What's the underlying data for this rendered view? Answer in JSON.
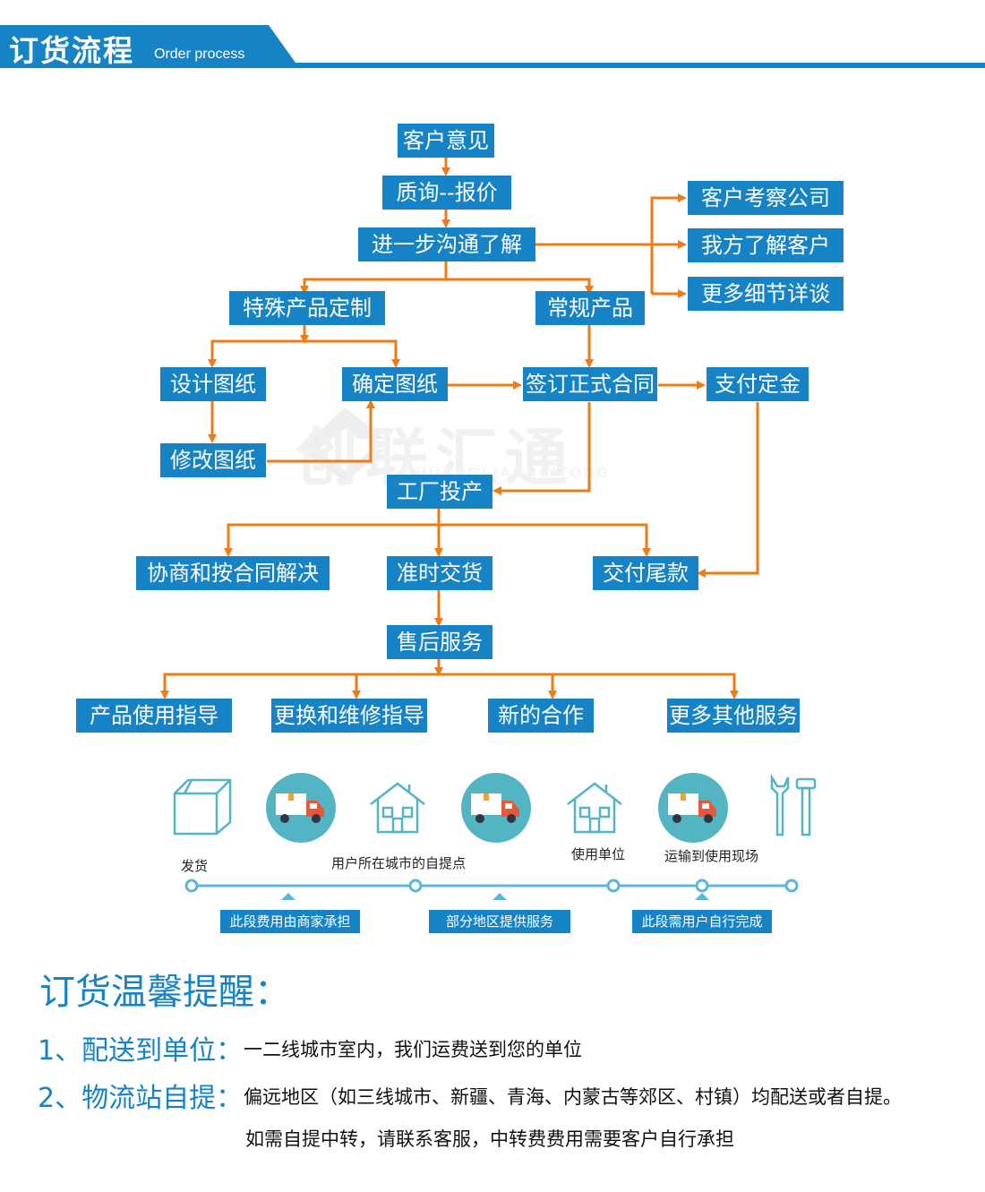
{
  "header": {
    "title": "订货流程",
    "subtitle": "Order process"
  },
  "watermark": {
    "text": "创联汇通",
    "sub": "CHUANGLIANHUITONG"
  },
  "colors": {
    "blue": "#1583c5",
    "orange": "#f07b12",
    "timeline": "#5bb6dd",
    "teal": "#53b4c4"
  },
  "flow": {
    "customer_feedback": "客户意见",
    "inquiry_quote": "质询--报价",
    "further_communication": "进一步沟通了解",
    "visit_company": "客户考察公司",
    "know_customer": "我方了解客户",
    "more_details": "更多细节详谈",
    "custom_product": "特殊产品定制",
    "regular_product": "常规产品",
    "design_drawing": "设计图纸",
    "confirm_drawing": "确定图纸",
    "sign_contract": "签订正式合同",
    "pay_deposit": "支付定金",
    "modify_drawing": "修改图纸",
    "factory_production": "工厂投产",
    "negotiate": "协商和按合同解决",
    "on_time_delivery": "准时交货",
    "pay_balance": "交付尾款",
    "after_sales": "售后服务",
    "usage_guide": "产品使用指导",
    "replace_repair": "更换和维修指导",
    "new_cooperation": "新的合作",
    "more_services": "更多其他服务"
  },
  "logistics": {
    "stages": [
      "发货",
      "用户所在城市的自提点",
      "使用单位",
      "运输到使用现场"
    ],
    "segments": [
      "此段费用由商家承担",
      "部分地区提供服务",
      "此段需用户自行完成"
    ],
    "icons": [
      "box-icon",
      "truck-icon",
      "house-icon",
      "truck-icon",
      "house-icon",
      "truck-icon",
      "tools-icon"
    ]
  },
  "tips": {
    "title": "订货温馨提醒：",
    "item1_head": "1、配送到单位：",
    "item1_text": "一二线城市室内，我们运费送到您的单位",
    "item2_head": "2、物流站自提：",
    "item2_text": "偏远地区（如三线城市、新疆、青海、内蒙古等郊区、村镇）均配送或者自提。",
    "item2_text2": "如需自提中转，请联系客服，中转费费用需要客户自行承担"
  }
}
